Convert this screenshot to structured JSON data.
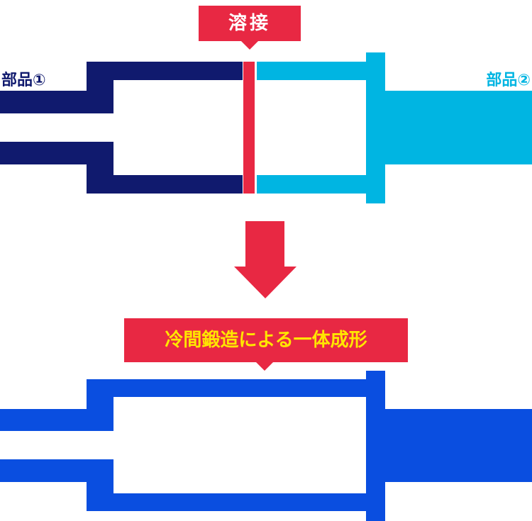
{
  "colors": {
    "part1": "#101a6e",
    "part2": "#00b5e2",
    "weld": "#e82843",
    "forged": "#0a4ee0",
    "weld_label_text": "#ffffff",
    "forge_label_text": "#ffe600"
  },
  "labels": {
    "part1": "部品①",
    "part2": "部品②",
    "weld": "溶接",
    "forging": "冷間鍛造による一体成形"
  },
  "icons": {
    "arrow": "down-arrow-icon"
  }
}
